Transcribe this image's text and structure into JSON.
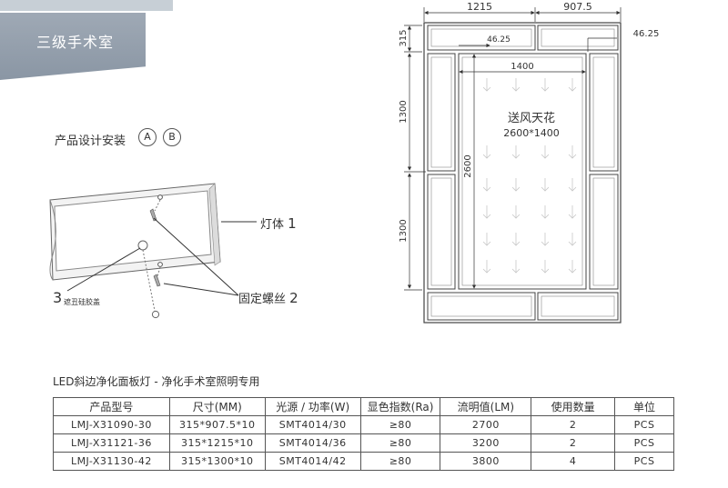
{
  "header": {
    "title": "三级手术室"
  },
  "install": {
    "label": "产品设计安装",
    "option_a": "A",
    "option_b": "B"
  },
  "callouts": {
    "lamp_body": "灯体",
    "lamp_body_num": "1",
    "screw": "固定螺丝",
    "screw_num": "2",
    "cap_num": "3",
    "cap_label": "遮丑硅胶盖"
  },
  "plan": {
    "dim_top_left": "1215",
    "dim_top_right": "907.5",
    "dim_left_top": "315",
    "dim_inner_left": "46.25",
    "dim_inner_right": "46.25",
    "dim_center_width": "1400",
    "dim_left_upper": "1300",
    "dim_left_lower": "1300",
    "dim_center_height": "2600",
    "center_title": "送风天花",
    "center_size": "2600*1400"
  },
  "table": {
    "title": "LED斜边净化面板灯 - 净化手术室照明专用",
    "headers": [
      "产品型号",
      "尺寸(MM)",
      "光源 / 功率(W)",
      "显色指数(Ra)",
      "流明值(LM)",
      "使用数量",
      "单位"
    ],
    "rows": [
      [
        "LMJ-X31090-30",
        "315*907.5*10",
        "SMT4014/30",
        "≥80",
        "2700",
        "2",
        "PCS"
      ],
      [
        "LMJ-X31121-36",
        "315*1215*10",
        "SMT4014/36",
        "≥80",
        "3200",
        "2",
        "PCS"
      ],
      [
        "LMJ-X31130-42",
        "315*1300*10",
        "SMT4014/42",
        "≥80",
        "3800",
        "4",
        "PCS"
      ]
    ]
  },
  "colors": {
    "banner": "#8e9aa8",
    "panel_stroke": "#444444",
    "dim_line": "#333333"
  }
}
